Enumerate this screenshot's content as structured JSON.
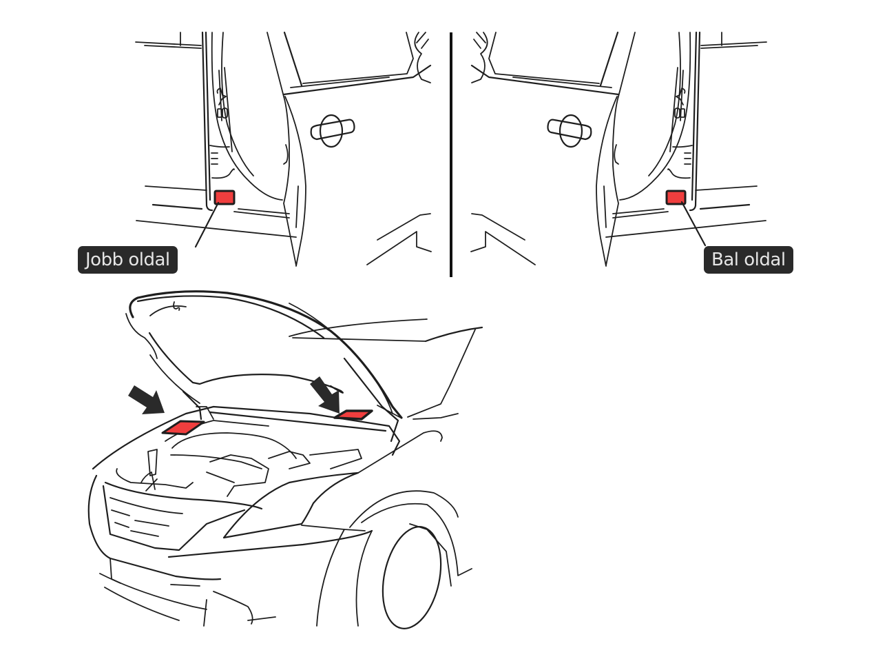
{
  "diagram": {
    "description": "Locations of identification labels on vehicle: door pillars (right and left side) and under hood",
    "labels": {
      "right_side": "Jobb oldal",
      "left_side": "Bal oldal"
    },
    "colors": {
      "label_marker": "#f03e3e",
      "callout_background": "#2a2a2a",
      "callout_text": "#e6e6e6",
      "line_art": "#1e1e1e",
      "arrow": "#2a2a2a"
    },
    "panels": [
      {
        "id": "right-door-pillar",
        "caption_key": "right_side",
        "marker": "rectangle on lower B-pillar"
      },
      {
        "id": "left-door-pillar",
        "caption_key": "left_side",
        "marker": "rectangle on lower B-pillar"
      },
      {
        "id": "engine-bay",
        "markers": 2,
        "arrows": 2,
        "marker": "strips on hood-side edges of engine bay"
      }
    ]
  }
}
